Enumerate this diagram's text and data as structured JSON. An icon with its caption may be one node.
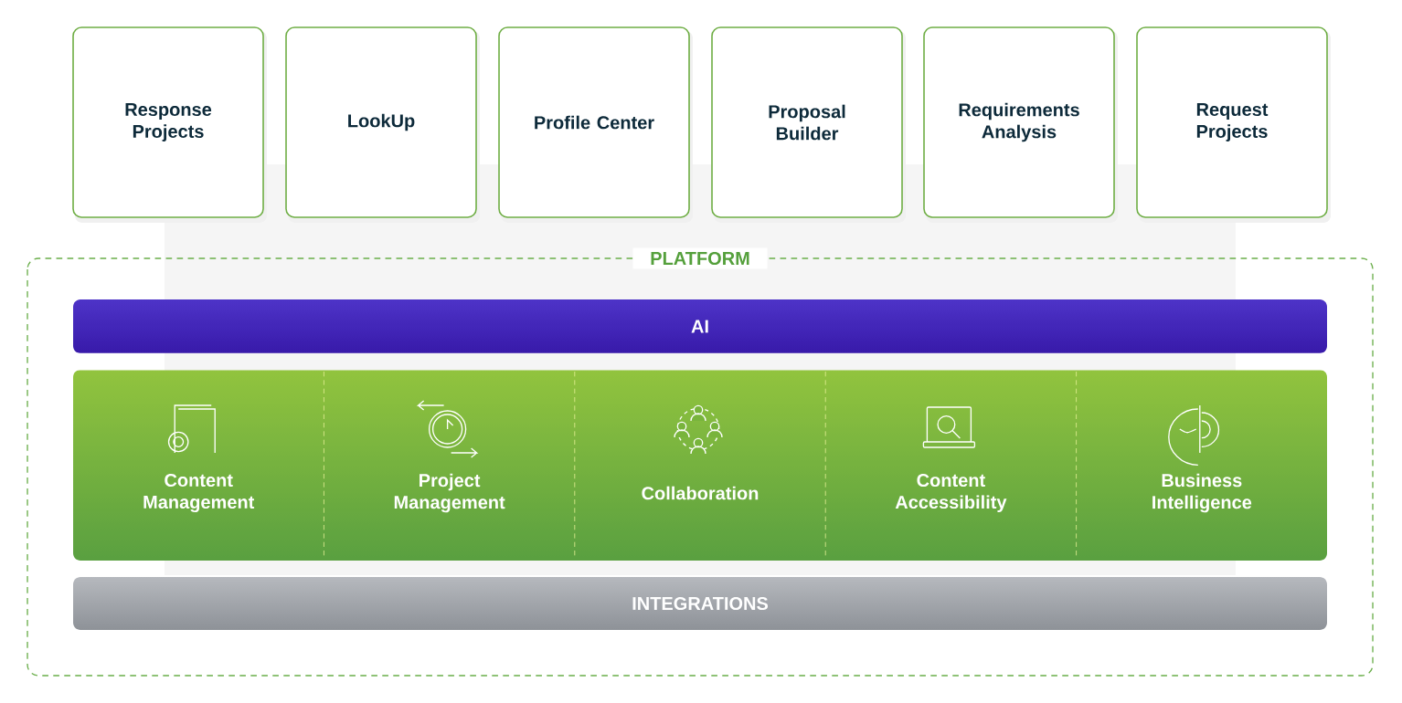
{
  "diagram": {
    "nodes": [
      {
        "text": [
          "Response Projects"
        ]
      },
      {
        "text": [
          "LookUp"
        ]
      },
      {
        "text": [
          "Profile Center"
        ]
      },
      {
        "text": [
          "Proposal Builder"
        ]
      },
      {
        "text": [
          "Requirements Analysis"
        ]
      },
      {
        "text": [
          "Request Projects"
        ]
      },
      {
        "text": [
          "PLATFORM"
        ]
      },
      {
        "text": [
          "AI"
        ],
        "in": 6
      },
      {
        "text": [
          "Content Management"
        ],
        "in": 6
      },
      {
        "text": [
          "Project Management"
        ],
        "in": 6
      },
      {
        "text": [
          "Collaboration"
        ],
        "in": 6
      },
      {
        "text": [
          "Content Accessibility"
        ],
        "in": 6
      },
      {
        "text": [
          "Business Intelligence"
        ],
        "in": 6
      },
      {
        "text": [
          "INTEGRATIONS"
        ],
        "in": 6
      }
    ]
  }
}
